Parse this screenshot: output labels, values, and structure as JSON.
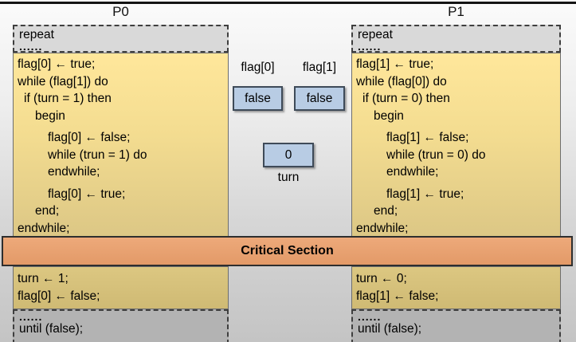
{
  "p0": {
    "title": "P0",
    "pre": {
      "line1": "repeat",
      "dots": "......"
    },
    "code": [
      {
        "text": "flag[0] ← true;"
      },
      {
        "text": "while (flag[1]) do"
      },
      {
        "text": "if (turn = 1) then"
      },
      {
        "text": "begin"
      },
      {
        "text": "flag[0] ← false;"
      },
      {
        "text": "while (trun = 1) do"
      },
      {
        "text": "endwhile;"
      },
      {
        "text": "flag[0] ← true;"
      },
      {
        "text": "end;"
      },
      {
        "text": "endwhile;"
      }
    ],
    "post": {
      "line1": "turn ← 1;",
      "line2": "flag[0] ← false;"
    },
    "until": {
      "dots": "......",
      "line2": "until (false);"
    }
  },
  "p1": {
    "title": "P1",
    "pre": {
      "line1": "repeat",
      "dots": "......"
    },
    "code": [
      {
        "text": "flag[1] ← true;"
      },
      {
        "text": "while (flag[0]) do"
      },
      {
        "text": "if (turn = 0) then"
      },
      {
        "text": "begin"
      },
      {
        "text": "flag[1] ← false;"
      },
      {
        "text": "while (trun = 0) do"
      },
      {
        "text": "endwhile;"
      },
      {
        "text": "flag[1] ← true;"
      },
      {
        "text": "end;"
      },
      {
        "text": "endwhile;"
      }
    ],
    "post": {
      "line1": "turn ← 0;",
      "line2": "flag[1] ← false;"
    },
    "until": {
      "dots": "......",
      "line2": "until (false);"
    }
  },
  "shared": {
    "flag0_label": "flag[0]",
    "flag0_value": "false",
    "flag1_label": "flag[1]",
    "flag1_value": "false",
    "turn_value": "0",
    "turn_label": "turn"
  },
  "critical_section": {
    "label": "Critical Section"
  },
  "colors": {
    "code_box_top": "#ffe79b",
    "code_box_bottom": "#cfba74",
    "shared_var_box": "#b8cce4",
    "critical_bar": "#e8a172",
    "pre_box": "#d9d9d9",
    "until_box": "#b3b3b3"
  }
}
